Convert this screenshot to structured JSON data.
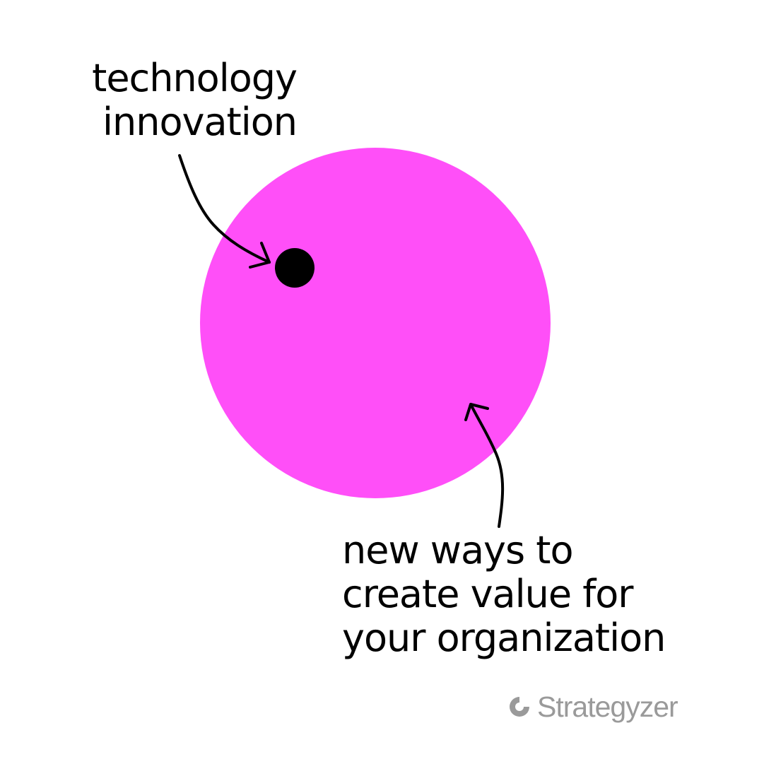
{
  "labels": {
    "top": [
      "technology",
      "innovation"
    ],
    "bottom": [
      "new ways to",
      "create value for",
      "your organization"
    ]
  },
  "brand": {
    "name": "Strategyzer",
    "icon": "strategyzer-logo-icon",
    "color": "#9a9a9a"
  },
  "colors": {
    "big_circle": "#ff4ff8",
    "dot": "#000000",
    "arrows": "#000000",
    "background": "#ffffff"
  }
}
